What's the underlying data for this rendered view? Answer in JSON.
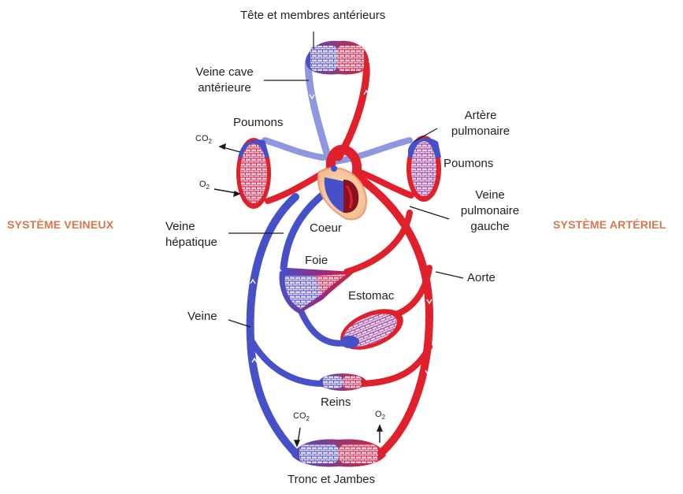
{
  "colors": {
    "venous": "#4650c8",
    "venous_light": "#a9b2ea",
    "arterial": "#e0202a",
    "arterial_dark": "#b0101a",
    "side_title": "#d9764a",
    "leader": "#1a1a1a"
  },
  "titles": {
    "venous_system": "SYSTÈME VEINEUX",
    "arterial_system": "SYSTÈME ARTÉRIEL"
  },
  "labels": {
    "head": "Tête et membres antérieurs",
    "vena_cava_1": "Veine cave",
    "vena_cava_2": "antérieure",
    "lungs_left": "Poumons",
    "lungs_right": "Poumons",
    "pulmonary_artery_1": "Artère",
    "pulmonary_artery_2": "pulmonaire",
    "pulmonary_vein_1": "Veine",
    "pulmonary_vein_2": "pulmonaire",
    "pulmonary_vein_3": "gauche",
    "heart": "Coeur",
    "hepatic_vein_1": "Veine",
    "hepatic_vein_2": "hépatique",
    "liver": "Foie",
    "stomach": "Estomac",
    "aorta": "Aorte",
    "vein": "Veine",
    "kidneys": "Reins",
    "trunk_legs": "Tronc et Jambes"
  },
  "gases": {
    "co2": "CO",
    "co2_sub": "2",
    "o2": "O",
    "o2_sub": "2"
  },
  "icons": {
    "capillary_bed": "capillary-network-icon",
    "flow_arrow": "arrow-icon"
  }
}
